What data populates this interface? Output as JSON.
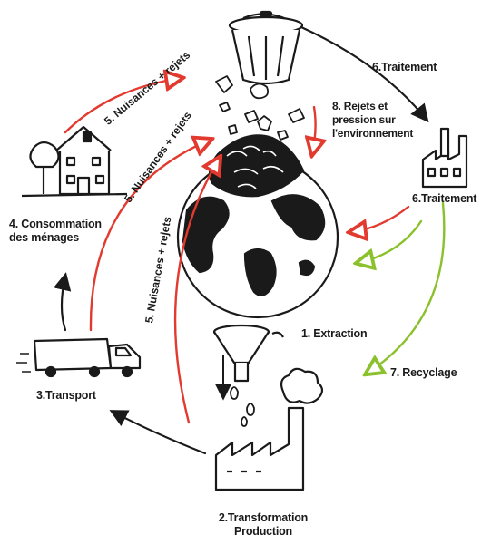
{
  "labels": {
    "extraction": "1. Extraction",
    "transformation": "2.Transformation\nProduction",
    "transport": "3.Transport",
    "consommation": "4. Consommation\ndes ménages",
    "nuisances": "5. Nuisances + rejets",
    "traitement_top": "6.Traitement",
    "traitement_factory": "6.Traitement",
    "recyclage": "7. Recyclage",
    "rejets": "8. Rejets et\npression sur\nl'environnement"
  },
  "colors": {
    "ink": "#1a1a1a",
    "red_arrow": "#e23a2e",
    "green_arrow": "#8ac12c"
  }
}
